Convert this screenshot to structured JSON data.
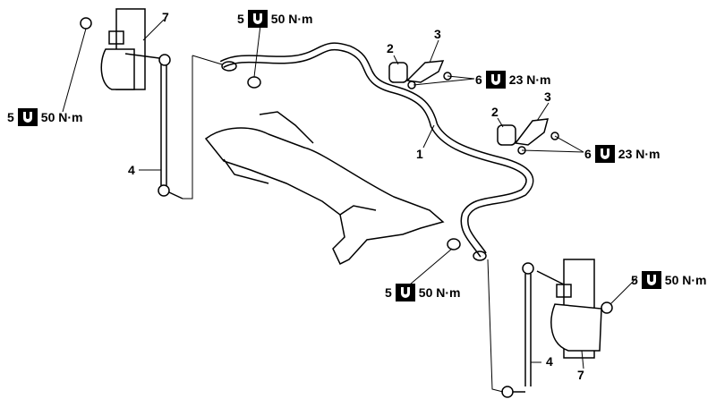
{
  "callouts": [
    {
      "id": "strut-left",
      "part": "7"
    },
    {
      "id": "nut-left",
      "part": "5",
      "torque": "50 N·m",
      "icon": "torque-socket-icon"
    },
    {
      "id": "link-left",
      "part": "4"
    },
    {
      "id": "nut-top",
      "part": "5",
      "torque": "50 N·m",
      "icon": "torque-socket-icon"
    },
    {
      "id": "bushing-upper",
      "part": "2"
    },
    {
      "id": "bracket-upper",
      "part": "3"
    },
    {
      "id": "bolt-upper",
      "part": "6",
      "torque": "23 N·m",
      "icon": "torque-socket-icon"
    },
    {
      "id": "stabilizer-bar",
      "part": "1"
    },
    {
      "id": "bushing-lower",
      "part": "2"
    },
    {
      "id": "bracket-lower",
      "part": "3"
    },
    {
      "id": "bolt-lower",
      "part": "6",
      "torque": "23 N·m",
      "icon": "torque-socket-icon"
    },
    {
      "id": "nut-bottom",
      "part": "5",
      "torque": "50 N·m",
      "icon": "torque-socket-icon"
    },
    {
      "id": "nut-right",
      "part": "5",
      "torque": "50 N·m",
      "icon": "torque-socket-icon"
    },
    {
      "id": "link-right",
      "part": "4"
    },
    {
      "id": "strut-right",
      "part": "7"
    }
  ]
}
